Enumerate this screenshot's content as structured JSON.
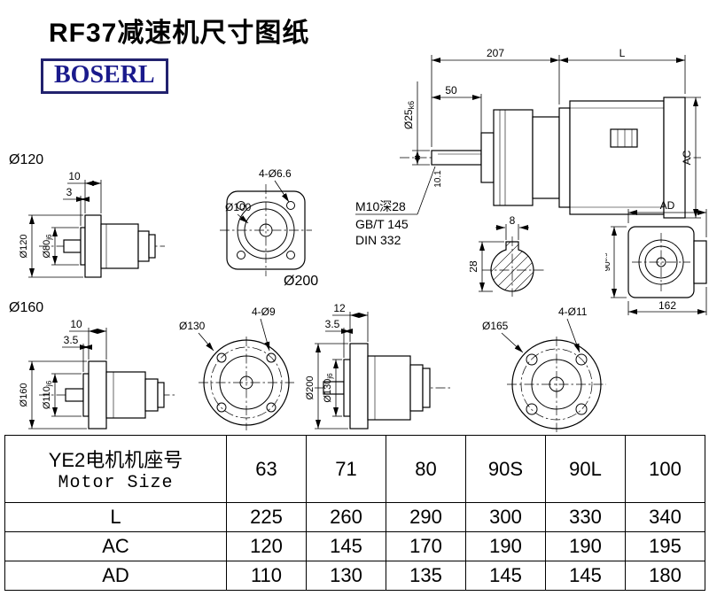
{
  "page": {
    "title": "RF37减速机尺寸图纸",
    "logo": "BOSERL"
  },
  "main_view": {
    "dim_top1": "207",
    "dim_top2": "L",
    "dim_shaft_len": "50",
    "shaft_dia": "Ø25",
    "shaft_tol": "k6",
    "dim_key": "10.1",
    "dim_height": "AC",
    "note1": "M10深28",
    "note2": "GB/T 145",
    "note3": "DIN 332"
  },
  "key_section": {
    "width": "8",
    "height": "28"
  },
  "ad_view": {
    "dim_width": "AD",
    "dim_90": "90",
    "tol_90": "0.5",
    "dim_162": "162"
  },
  "unit_120": {
    "title": "Ø120",
    "flange_thk": "10",
    "pilot_thk": "3",
    "flange_dia": "Ø120",
    "pilot_dia": "Ø80",
    "pilot_tol": "j6"
  },
  "flange_100": {
    "holes": "4-Ø6.6",
    "dia": "Ø100"
  },
  "unit_160": {
    "title": "Ø160",
    "flange_thk": "10",
    "pilot_thk": "3.5",
    "flange_dia": "Ø160",
    "pilot_dia": "Ø110",
    "pilot_tol": "j6"
  },
  "flange_130": {
    "holes": "4-Ø9",
    "dia": "Ø130"
  },
  "unit_200": {
    "title": "Ø200",
    "flange_thk": "12",
    "pilot_thk": "3.5",
    "flange_dia": "Ø200",
    "pilot_dia": "Ø130",
    "pilot_tol": "j6"
  },
  "flange_165": {
    "holes": "4-Ø11",
    "dia": "Ø165"
  },
  "table": {
    "header_cn": "YE2电机机座号",
    "header_en": "Motor Size",
    "columns": [
      "63",
      "71",
      "80",
      "90S",
      "90L",
      "100"
    ],
    "rows": [
      {
        "label": "L",
        "values": [
          "225",
          "260",
          "290",
          "300",
          "330",
          "340"
        ]
      },
      {
        "label": "AC",
        "values": [
          "120",
          "145",
          "170",
          "190",
          "190",
          "195"
        ]
      },
      {
        "label": "AD",
        "values": [
          "110",
          "130",
          "135",
          "145",
          "145",
          "180"
        ]
      }
    ]
  }
}
